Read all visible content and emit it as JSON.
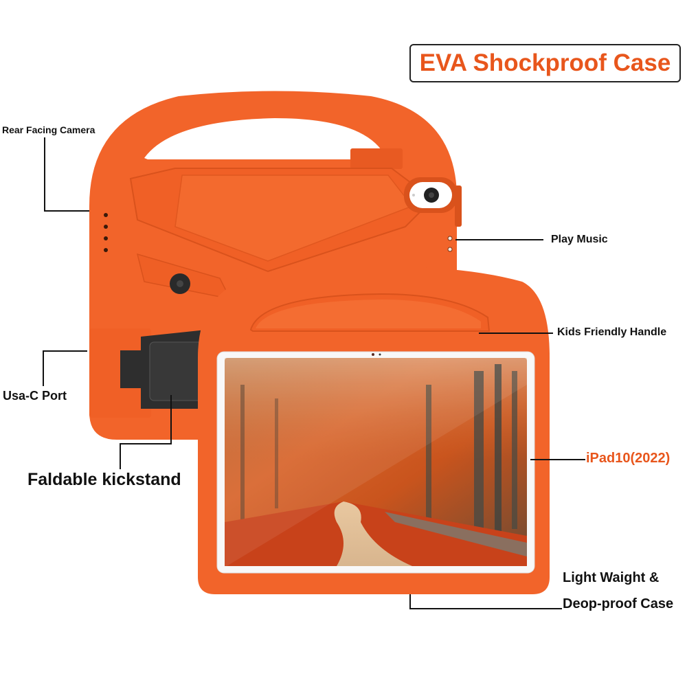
{
  "title": "EVA Shockproof Case",
  "colors": {
    "case_orange": "#f2642a",
    "case_shadow": "#d9521c",
    "accent_text": "#e8561c",
    "kickstand": "#2e2e2e",
    "label_text": "#111111"
  },
  "callouts": {
    "rear_camera": "Rear Facing Camera",
    "play_music": "Play Music",
    "kids_handle": "Kids Friendly Handle",
    "usb_port": "Usa-C Port",
    "kickstand": "Faldable kickstand",
    "device": "iPad10(2022)",
    "light_weight_line1": "Light Waight &",
    "light_weight_line2": "Deop-proof Case"
  },
  "product_views": {
    "back": "case-back-view",
    "front": "case-front-view-with-tablet"
  },
  "screen_image": "autumn-forest-path"
}
